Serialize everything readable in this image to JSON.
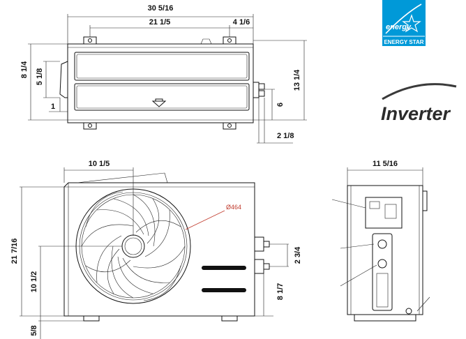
{
  "dimensions": {
    "top_overall_width": "30 5/16",
    "top_mount_span": "21 1/5",
    "top_right_offset": "4 1/6",
    "top_left_height": "8 1/4",
    "top_left_inner_height": "5 1/8",
    "top_left_base": "1",
    "top_right_height": "13 1/4",
    "top_right_valve_height": "6",
    "top_right_valve_offset": "2 1/8",
    "front_fan_offset": "10 1/5",
    "front_total_height": "21 7/16",
    "front_fan_center_height": "10 1/2",
    "front_foot": "5/8",
    "front_valve_spacing": "2 3/4",
    "front_valve_height": "8 1/7",
    "fan_diameter": "Ø464",
    "side_depth": "11 5/16"
  },
  "logos": {
    "energy_star_script": "energy",
    "energy_star_caption": "ENERGY STAR",
    "inverter": "Inverter"
  },
  "colors": {
    "energy_star_blue": "#0099d8",
    "dimension_text": "#111111",
    "annotation_red": "#c0392b"
  }
}
